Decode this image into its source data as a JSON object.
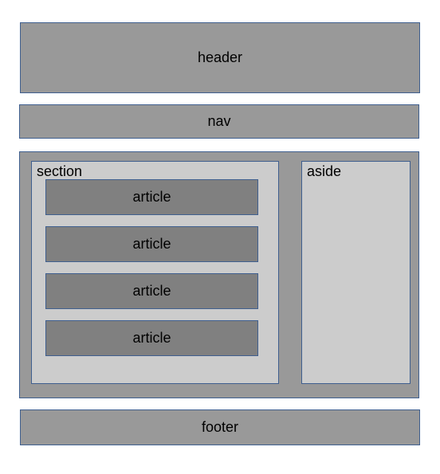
{
  "layout_diagram": {
    "header": "header",
    "nav": "nav",
    "section": "section",
    "articles": [
      "article",
      "article",
      "article",
      "article"
    ],
    "aside": "aside",
    "footer": "footer"
  },
  "colors": {
    "dark_box": "#999999",
    "light_box": "#cccccc",
    "article_box": "#808080",
    "border": "#3f5f8f"
  }
}
